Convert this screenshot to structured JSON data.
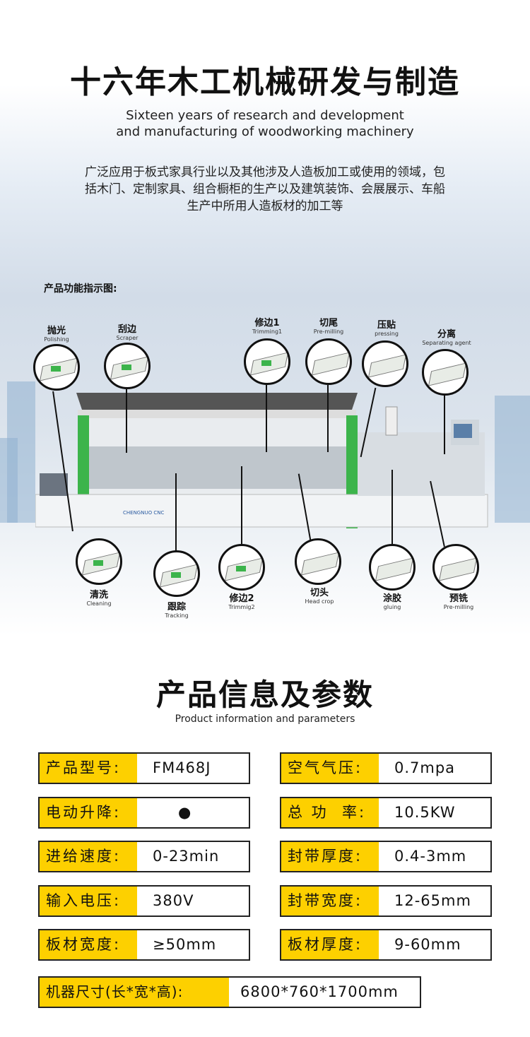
{
  "header": {
    "title": "十六年木工机械研发与制造",
    "subtitle_line1": "Sixteen years of research and development",
    "subtitle_line2": "and manufacturing of woodworking machinery",
    "description": "广泛应用于板式家具行业以及其他涉及人造板加工或使用的领域，包括木门、定制家具、组合橱柜的生产以及建筑装饰、会展展示、车船生产中所用人造板材的加工等"
  },
  "diagram": {
    "title": "产品功能指示图:",
    "top_callouts": [
      {
        "cn": "抛光",
        "en": "Polishing"
      },
      {
        "cn": "刮边",
        "en": "Scraper"
      },
      {
        "cn": "修边1",
        "en": "Trimming1"
      },
      {
        "cn": "切尾",
        "en": "Pre-milling"
      },
      {
        "cn": "压贴",
        "en": "pressing"
      },
      {
        "cn": "分离",
        "en": "Separating agent"
      }
    ],
    "bottom_callouts": [
      {
        "cn": "清洗",
        "en": "Cleaning"
      },
      {
        "cn": "跟踪",
        "en": "Tracking"
      },
      {
        "cn": "修边2",
        "en": "Trimmig2"
      },
      {
        "cn": "切头",
        "en": "Head crop"
      },
      {
        "cn": "涂胶",
        "en": "gluing"
      },
      {
        "cn": "预铣",
        "en": "Pre-milling"
      }
    ],
    "machine_brand": "CHENGNUO CNC"
  },
  "params": {
    "title": "产品信息及参数",
    "subtitle": "Product information and parameters",
    "rows": [
      {
        "k": "产品型号:",
        "v": "FM468J"
      },
      {
        "k": "空气气压:",
        "v": "0.7mpa"
      },
      {
        "k": "电动升降:",
        "v": "●"
      },
      {
        "k": "总 功  率:",
        "v": "10.5KW"
      },
      {
        "k": "进给速度:",
        "v": "0-23min"
      },
      {
        "k": "封带厚度:",
        "v": "0.4-3mm"
      },
      {
        "k": "输入电压:",
        "v": "380V"
      },
      {
        "k": "封带宽度:",
        "v": "12-65mm"
      },
      {
        "k": "板材宽度:",
        "v": "≥50mm"
      },
      {
        "k": "板材厚度:",
        "v": "9-60mm"
      },
      {
        "k": "机器尺寸(长*宽*高):",
        "v": "6800*760*1700mm"
      }
    ]
  },
  "colors": {
    "accent": "#fdd000",
    "machine_green": "#3cb44b"
  }
}
